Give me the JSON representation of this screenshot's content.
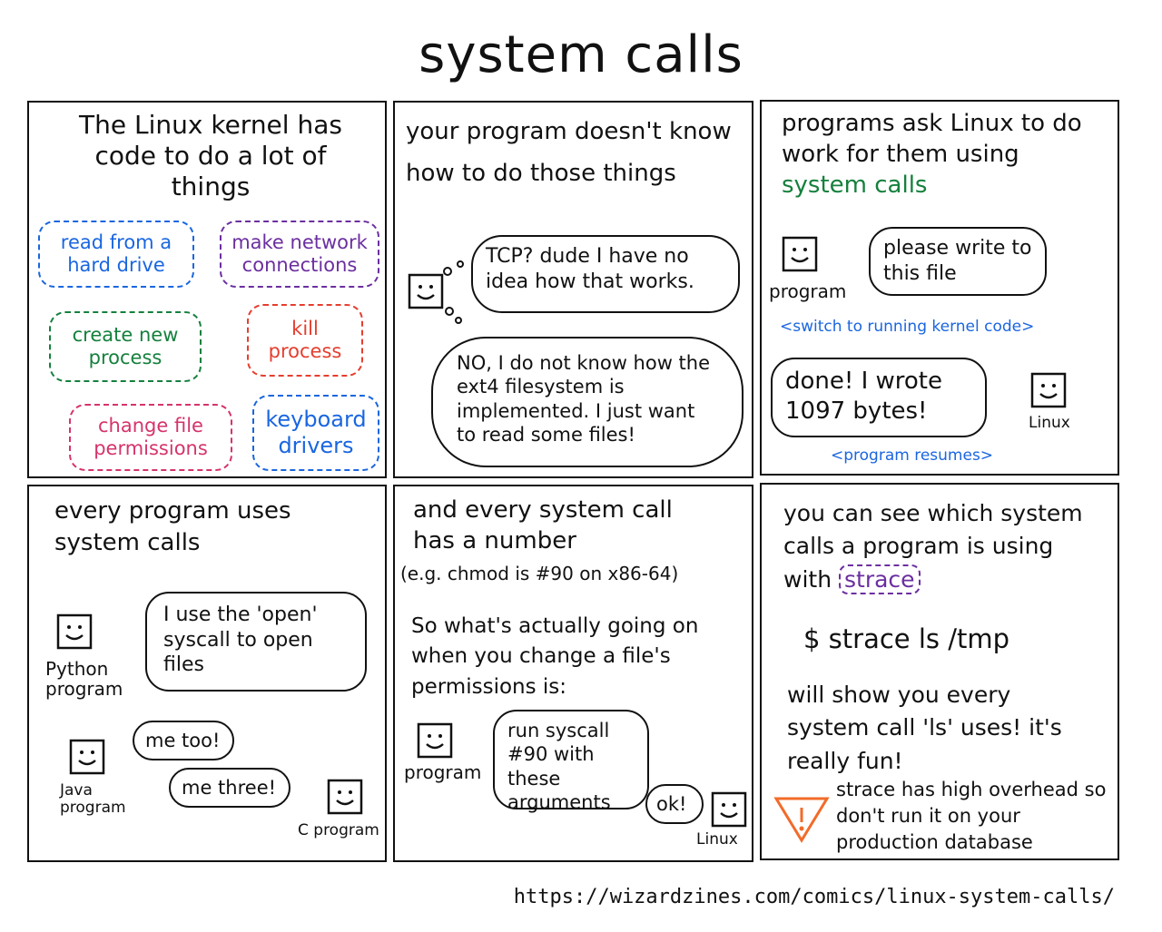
{
  "title": "system calls",
  "footer_url": "https://wizardzines.com/comics/linux-system-calls/",
  "colors": {
    "blue": "#1a66e0",
    "purple": "#6b2fa0",
    "green": "#15803d",
    "red": "#e53e2e",
    "pink": "#d6336c",
    "orange": "#f26b2a"
  },
  "panel1": {
    "heading": "The Linux kernel has code to do a lot of things",
    "clouds": {
      "read": "read from a hard drive",
      "network": "make network connections",
      "create": "create new process",
      "kill": "kill process",
      "chmod": "change file permissions",
      "keyboard": "keyboard drivers"
    }
  },
  "panel2": {
    "heading": "your program doesn't know how to do those things",
    "thought1": "TCP? dude I have no idea how that works.",
    "thought2": "NO, I do not know how the ext4 filesystem is implemented. I just want to read some files!"
  },
  "panel3": {
    "heading_prefix": "programs ask Linux to do work for them using",
    "heading_highlight": "system calls",
    "program_label": "program",
    "request": "please write to this file",
    "switch_note": "<switch to running kernel code>",
    "reply": "done! I wrote 1097 bytes!",
    "linux_label": "Linux",
    "resume_note": "<program resumes>"
  },
  "panel4": {
    "heading": "every program uses system calls",
    "python_bubble": "I use the 'open' syscall to open files",
    "python_label": "Python program",
    "java_bubble": "me too!",
    "java_label": "Java program",
    "c_bubble": "me three!",
    "c_label": "C program"
  },
  "panel5": {
    "heading": "and every system call has a number",
    "example": "(e.g. chmod is #90 on x86-64)",
    "question": "So what's actually going on when you change a file's permissions is:",
    "program_label": "program",
    "bubble": "run syscall #90 with these arguments",
    "ok": "ok!",
    "linux_label": "Linux"
  },
  "panel6": {
    "heading_prefix": "you can see which system calls a program is using with",
    "heading_highlight": "strace",
    "command": "$ strace ls /tmp",
    "explain": "will show you every system call 'ls' uses! it's really fun!",
    "warning": "strace has high overhead so don't run it on your production database"
  }
}
